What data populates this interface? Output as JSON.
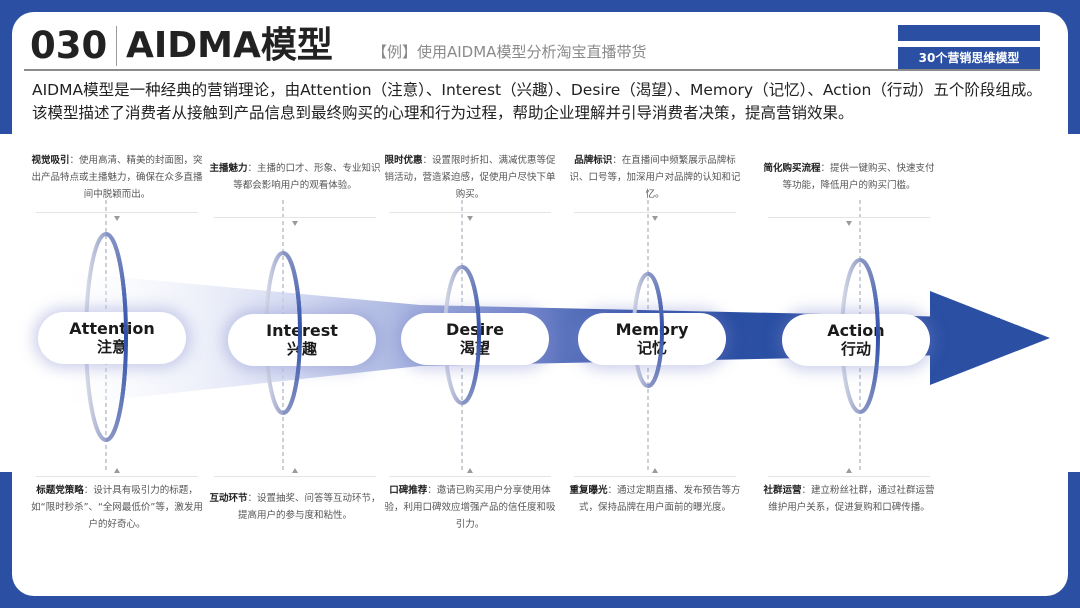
{
  "header": {
    "number": "030",
    "title": "AIDMA模型",
    "subtitle": "【例】使用AIDMA模型分析淘宝直播带货",
    "badge": "30个营销思维模型"
  },
  "intro": "AIDMA模型是一种经典的营销理论，由Attention（注意）、Interest（兴趣）、Desire（渴望）、Memory（记忆）、Action（行动）五个阶段组成。该模型描述了消费者从接触到产品信息到最终购买的心理和行为过程，帮助企业理解并引导消费者决策，提高营销效果。",
  "colors": {
    "brand_blue": "#2a4fa3",
    "text_dark": "#222222",
    "text_gray": "#8a8a8a"
  },
  "stages": [
    {
      "en": "Attention",
      "zh": "注意",
      "top_note": {
        "title": "视觉吸引",
        "text": "：使用高清、精美的封面图，突出产品特点或主播魅力，确保在众多直播间中脱颖而出。"
      },
      "bottom_note": {
        "title": "标题党策略",
        "text": "：设计具有吸引力的标题，如“限时秒杀”、“全网最低价”等，激发用户的好奇心。"
      }
    },
    {
      "en": "Interest",
      "zh": "兴趣",
      "top_note": {
        "title": "主播魅力",
        "text": "：主播的口才、形象、专业知识等都会影响用户的观看体验。"
      },
      "bottom_note": {
        "title": "互动环节",
        "text": "：设置抽奖、问答等互动环节，提高用户的参与度和粘性。"
      }
    },
    {
      "en": "Desire",
      "zh": "渴望",
      "top_note": {
        "title": "限时优惠",
        "text": "：设置限时折扣、满减优惠等促销活动，营造紧迫感，促使用户尽快下单购买。"
      },
      "bottom_note": {
        "title": "口碑推荐",
        "text": "：邀请已购买用户分享使用体验，利用口碑效应增强产品的信任度和吸引力。"
      }
    },
    {
      "en": "Memory",
      "zh": "记忆",
      "top_note": {
        "title": "品牌标识",
        "text": "：在直播间中频繁展示品牌标识、口号等，加深用户对品牌的认知和记忆。"
      },
      "bottom_note": {
        "title": "重复曝光",
        "text": "：通过定期直播、发布预告等方式，保持品牌在用户面前的曝光度。"
      }
    },
    {
      "en": "Action",
      "zh": "行动",
      "top_note": {
        "title": "简化购买流程",
        "text": "：提供一键购买、快速支付等功能，降低用户的购买门槛。"
      },
      "bottom_note": {
        "title": "社群运营",
        "text": "：建立粉丝社群，通过社群运营维护用户关系，促进复购和口碑传播。"
      }
    }
  ]
}
